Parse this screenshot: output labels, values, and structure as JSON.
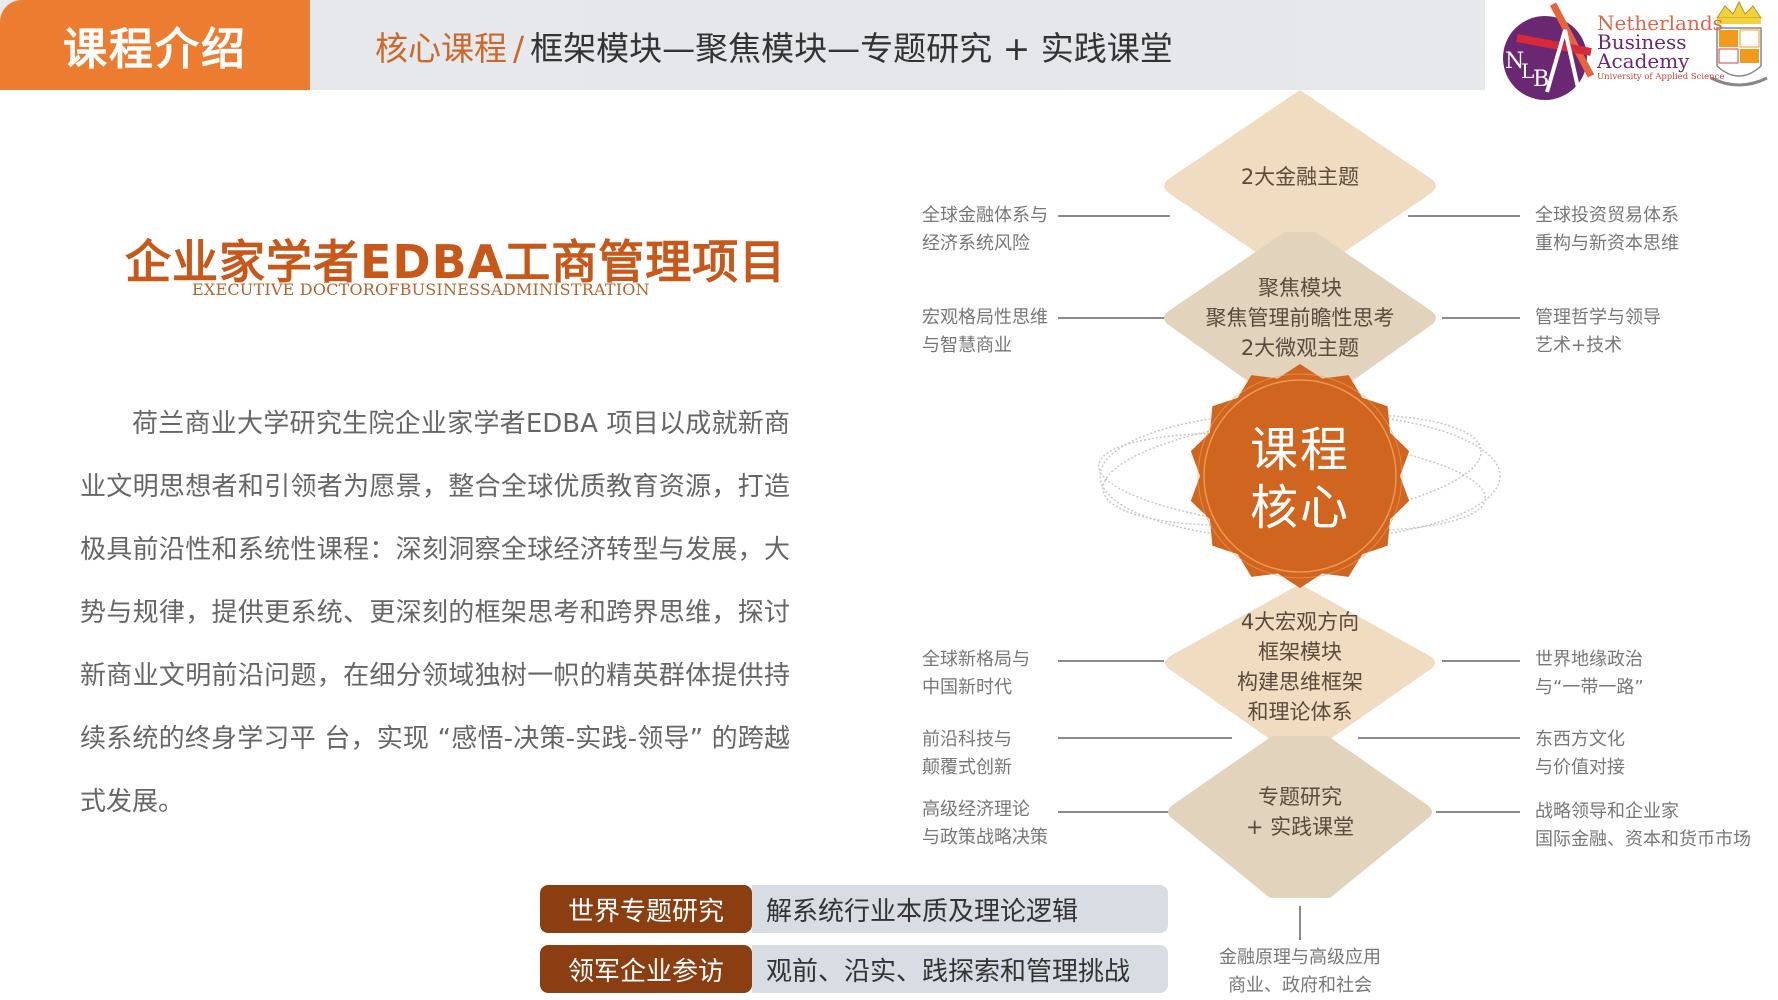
{
  "header": {
    "section_label": "课程介绍",
    "breadcrumb_active": "核心课程",
    "breadcrumb_separator": "/",
    "breadcrumb_rest": "框架模块—聚焦模块—专题研究 + 实践课堂"
  },
  "logo": {
    "monogram": "NLBA",
    "line1": "Netherlands",
    "line2": "Business",
    "line3": "Academy",
    "line4": "University of Applied Science"
  },
  "program": {
    "title": "企业家学者EDBA工商管理项目",
    "subtitle": "EXECUTIVE    DOCTOROFBUSINESSADMINISTRATION",
    "intro": "荷兰商业大学研究生院企业家学者EDBA 项目以成就新商业文明思想者和引领者为愿景，整合全球优质教育资源，打造极具前沿性和系统性课程：深刻洞察全球经济转型与发展，大势与规律，提供更系统、更深刻的框架思考和跨界思维，探讨新商业文明前沿问题，在细分领域独树一帜的精英群体提供持续系统的终身学习平 台，实现 “感悟-决策-实践-领导” 的跨越式发展。"
  },
  "features": [
    {
      "label": "世界专题研究",
      "desc": "解系统行业本质及理论逻辑"
    },
    {
      "label": "领军企业参访",
      "desc": "观前、沿实、践探索和管理挑战"
    }
  ],
  "diagram": {
    "core": {
      "line1": "课程",
      "line2": "核心"
    },
    "nodes": {
      "finance": {
        "line1": "2大金融主题"
      },
      "focus": {
        "line1": "聚焦模块",
        "line2": "聚焦管理前瞻性思考",
        "line3": "2大微观主题"
      },
      "framework": {
        "line1": "4大宏观方向",
        "line2": "框架模块",
        "line3": "构建思维框架",
        "line4": "和理论体系"
      },
      "research": {
        "line1": "专题研究",
        "line2": "+ 实践课堂"
      }
    },
    "left_topics": [
      {
        "line1": "全球金融体系与",
        "line2": "经济系统风险"
      },
      {
        "line1": "宏观格局性思维",
        "line2": "与智慧商业"
      },
      {
        "line1": "全球新格局与",
        "line2": "中国新时代"
      },
      {
        "line1": "前沿科技与",
        "line2": "颠覆式创新"
      },
      {
        "line1": "高级经济理论",
        "line2": "与政策战略决策"
      }
    ],
    "right_topics": [
      {
        "line1": "全球投资贸易体系",
        "line2": "重构与新资本思维"
      },
      {
        "line1": "管理哲学与领导",
        "line2": "艺术+技术"
      },
      {
        "line1": "世界地缘政治",
        "line2": "与“一带一路”"
      },
      {
        "line1": "东西方文化",
        "line2": "与价值对接"
      },
      {
        "line1": "战略领导和企业家",
        "line2": "国际金融、资本和货币市场"
      }
    ],
    "bottom_topic": {
      "line1": "金融原理与高级应用",
      "line2": "商业、政府和社会"
    }
  },
  "colors": {
    "accent_orange": "#ec7c30",
    "title_orange": "#c8581a",
    "core_orange": "#d0651f",
    "dark_brown": "#8a3e12",
    "node_light": "#f0dcc0",
    "node_tan": "#e2d3bc",
    "header_gray": "#e6e8eb",
    "feature_gray": "#d8dce3"
  }
}
